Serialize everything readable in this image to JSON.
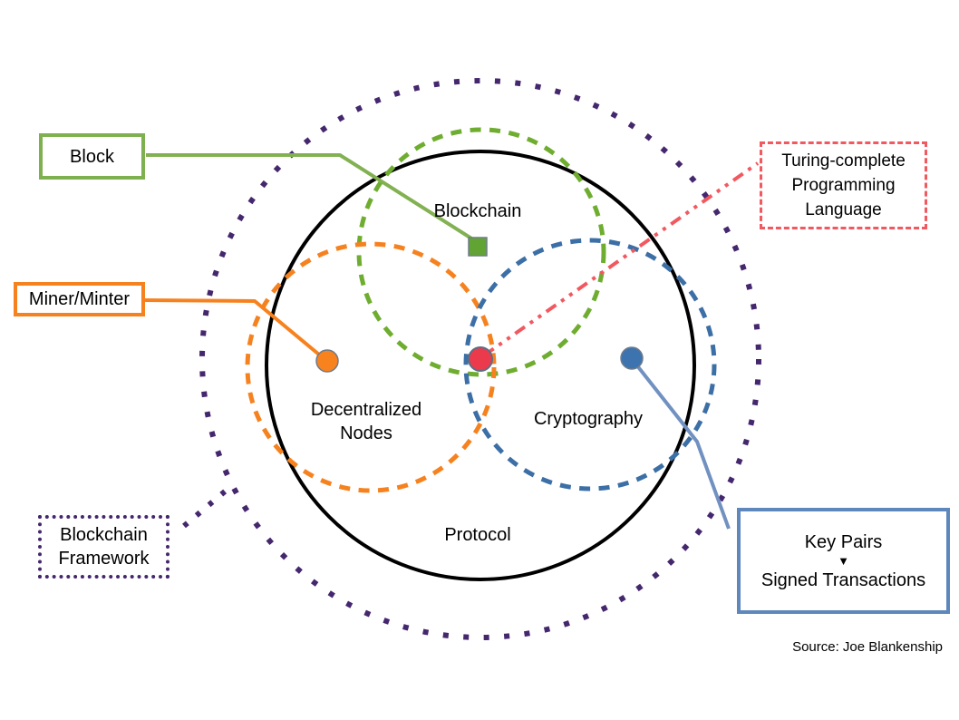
{
  "diagram": {
    "title_concept": "Blockchain Framework Venn diagram",
    "regions": {
      "blockchain": "Blockchain",
      "decentralized_line1": "Decentralized",
      "decentralized_line2": "Nodes",
      "cryptography": "Cryptography",
      "protocol": "Protocol"
    },
    "callouts": {
      "block": {
        "label": "Block"
      },
      "miner": {
        "label": "Miner/Minter"
      },
      "turing": {
        "line1": "Turing-complete",
        "line2": "Programming",
        "line3": "Language"
      },
      "keypairs": {
        "line1": "Key Pairs",
        "arrow": "▼",
        "line2": "Signed Transactions"
      },
      "framework": {
        "line1": "Blockchain",
        "line2": "Framework"
      }
    },
    "source": "Source: Joe Blankenship",
    "colors": {
      "framework_purple": "#45276E",
      "protocol_black": "#000000",
      "blockchain_green_dash": "#6FAD30",
      "green_line": "#82B152",
      "green_marker_fill": "#62A433",
      "nodes_orange": "#F6821F",
      "orange_marker_fill": "#F8821E",
      "cryptography_blue_dash": "#3C6FA6",
      "blue_line": "#7191C1",
      "blue_marker_fill": "#3D74B0",
      "turing_red": "#F2585F",
      "red_marker_fill": "#EC3A4D",
      "marker_stroke": "#6E7B8C"
    }
  }
}
